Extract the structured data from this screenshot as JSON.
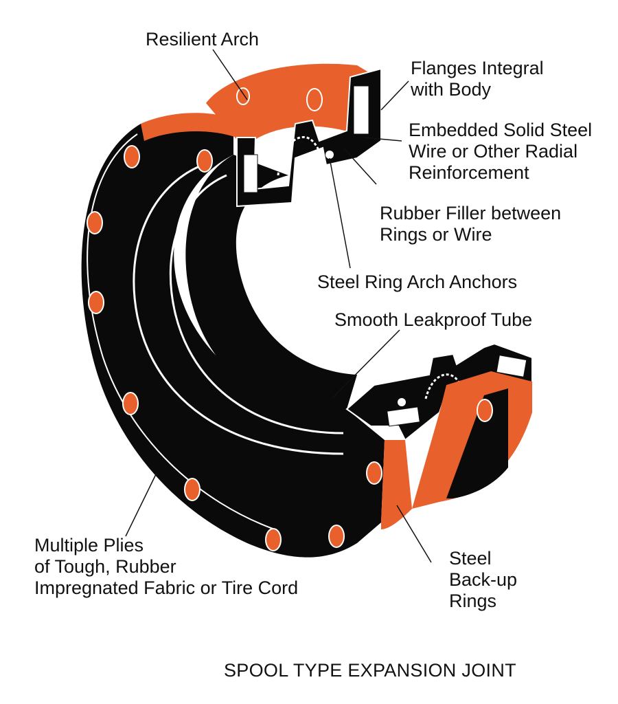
{
  "diagram": {
    "caption": "SPOOL TYPE EXPANSION JOINT",
    "labels": {
      "resilient_arch": "Resilient Arch",
      "flanges": [
        "Flanges Integral",
        "with Body"
      ],
      "embedded_wire": [
        "Embedded Solid Steel",
        "Wire or Other Radial",
        "Reinforcement"
      ],
      "rubber_filler": [
        "Rubber Filler between",
        "Rings or Wire"
      ],
      "steel_ring_anchors": "Steel Ring Arch Anchors",
      "smooth_tube": "Smooth Leakproof Tube",
      "multiple_plies": [
        "Multiple Plies",
        "of Tough, Rubber",
        "Impregnated Fabric or Tire Cord"
      ],
      "backup_rings": [
        "Steel",
        "Back-up",
        "Rings"
      ]
    }
  },
  "colors": {
    "rubber": "#0a0a0a",
    "backup_ring": "#e8612c",
    "line": "#111111",
    "background": "#ffffff"
  }
}
